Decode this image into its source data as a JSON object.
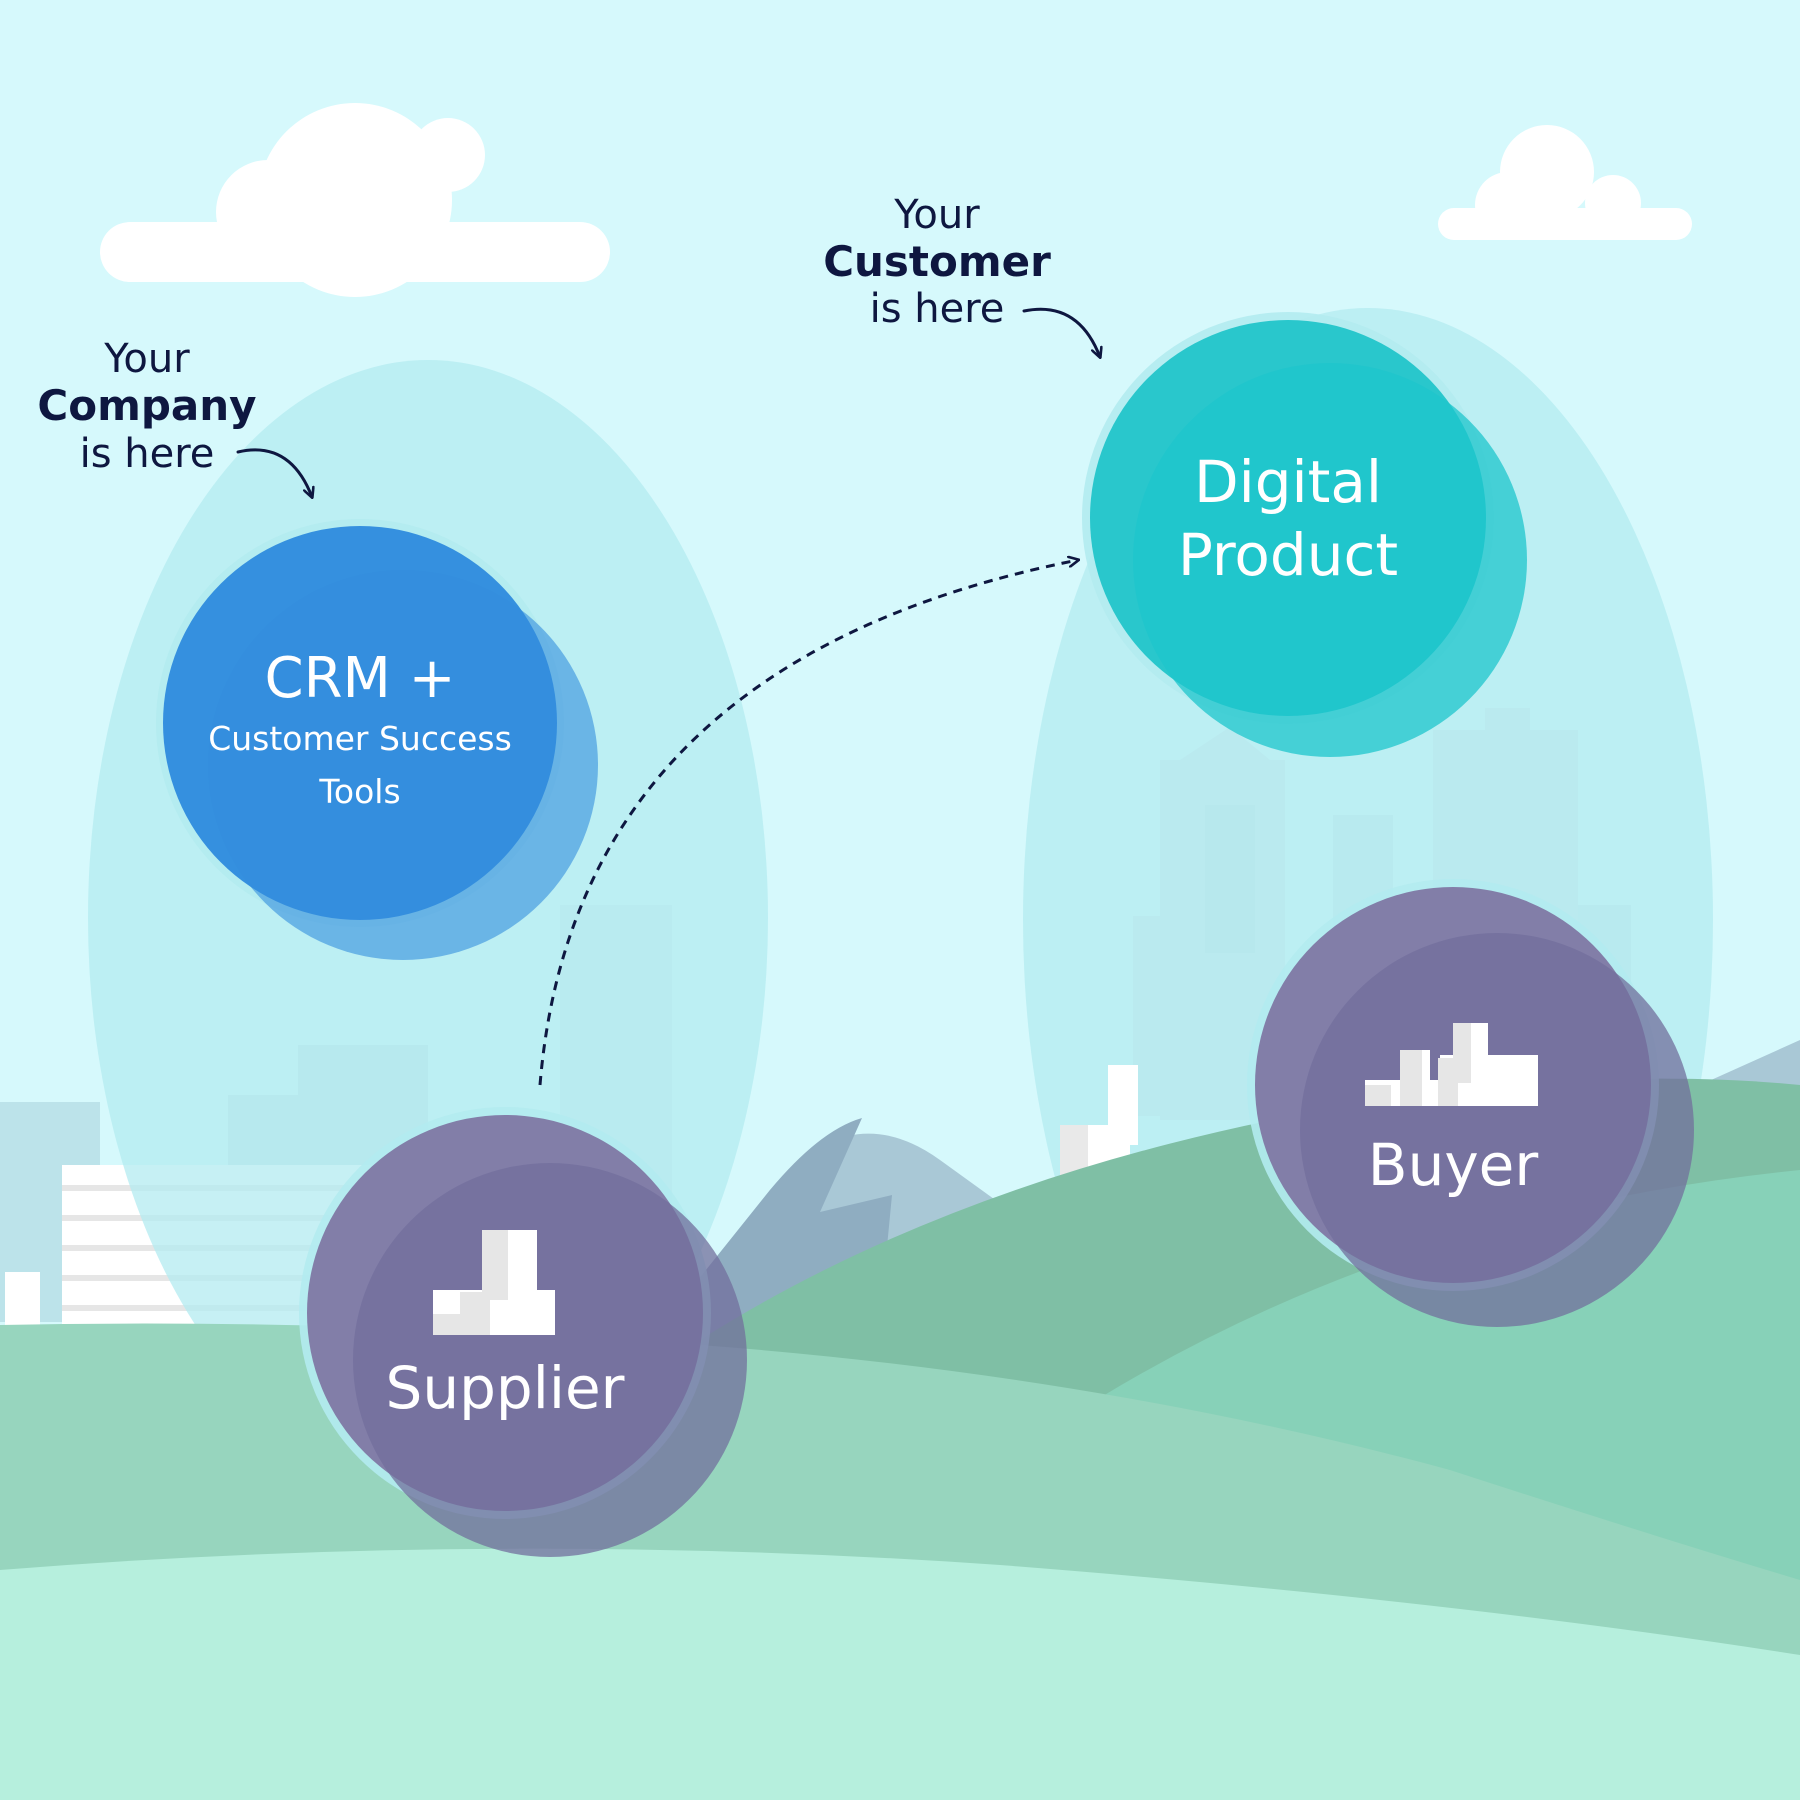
{
  "colors": {
    "sky": "#d6f9fc",
    "cloud": "#ffffff",
    "highlight": "#b3ebf0",
    "company_node": "#3590df",
    "customer_node": "#1dc5cc",
    "party_node": "#7a78a6",
    "annotation_text": "#0e1740",
    "hill_front": "#b6efdd",
    "hill_mid": "#97d5be",
    "hill_back": "#7fbfa5"
  },
  "annotations": {
    "company": {
      "line1": "Your",
      "line2": "Company",
      "line3": "is here"
    },
    "customer": {
      "line1": "Your",
      "line2": "Customer",
      "line3": "is here"
    }
  },
  "nodes": {
    "crm": {
      "title": "CRM +",
      "line2": "Customer Success",
      "line3": "Tools"
    },
    "digital_product": {
      "line1": "Digital",
      "line2": "Product"
    },
    "supplier": {
      "label": "Supplier",
      "icon": "factory-icon"
    },
    "buyer": {
      "label": "Buyer",
      "icon": "factory-icon"
    }
  },
  "flow": {
    "from": "supplier",
    "to": "digital_product",
    "style": "dashed"
  }
}
